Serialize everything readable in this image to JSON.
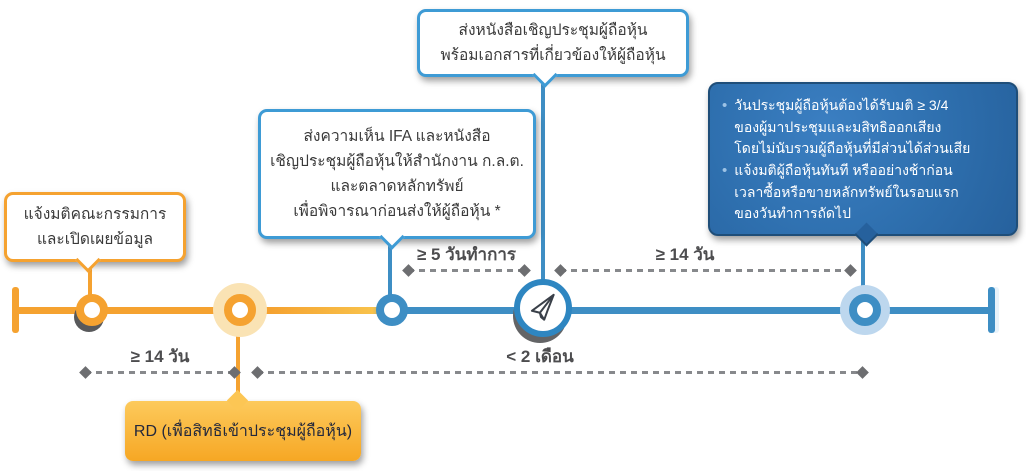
{
  "diagram": {
    "callout_board": {
      "line1": "แจ้งมติคณะกรรมการ",
      "line2": "และเปิดเผยข้อมูล"
    },
    "callout_ifa": {
      "line1": "ส่งความเห็น IFA และหนังสือ",
      "line2": "เชิญประชุมผู้ถือหุ้นให้สำนักงาน ก.ล.ต.",
      "line3": "และตลาดหลักทรัพย์",
      "line4": "เพื่อพิจารณาก่อนส่งให้ผู้ถือหุ้น *"
    },
    "callout_invite": {
      "line1": "ส่งหนังสือเชิญประชุมผู้ถือหุ้น",
      "line2": "พร้อมเอกสารที่เกี่ยวข้องให้ผู้ถือหุ้น"
    },
    "info_box": {
      "bullet_char": "•",
      "bullet1": {
        "line1": "วันประชุมผู้ถือหุ้นต้องได้รับมติ ≥ 3/4",
        "line2": "ของผู้มาประชุมและมสิทธิออกเสียง",
        "line3": "โดยไม่นับรวมผู้ถือหุ้นที่มีส่วนได้ส่วนเสีย"
      },
      "bullet2": {
        "line1": "แจ้งมติผู้ถือหุ้นทันที หรืออย่างช้าก่อน",
        "line2": "เวลาซื้อหรือขายหลักทรัพย์ในรอบแรก",
        "line3": "ของวันทำการถัดไป"
      }
    },
    "rd_box": {
      "label": "RD (เพื่อสิทธิเข้าประชุมผู้ถือหุ้น)"
    },
    "intervals": {
      "below_left": "≥ 14 วัน",
      "above_mid": "≥ 5 วันทำการ",
      "above_right": "≥ 14 วัน",
      "below_mid": "< 2 เดือน"
    },
    "colors": {
      "orange": "#F5A230",
      "yellow_transition": "#F8C24B",
      "blue": "#3E8EC4",
      "navy_border": "#1F4E79",
      "info_box_fill": "#2E6FAE",
      "halo_orange": "#FAE3B4",
      "halo_blue": "#BDD7EE",
      "diamond_gray": "#6D6E71",
      "label_gray": "#4D4D4F"
    }
  }
}
